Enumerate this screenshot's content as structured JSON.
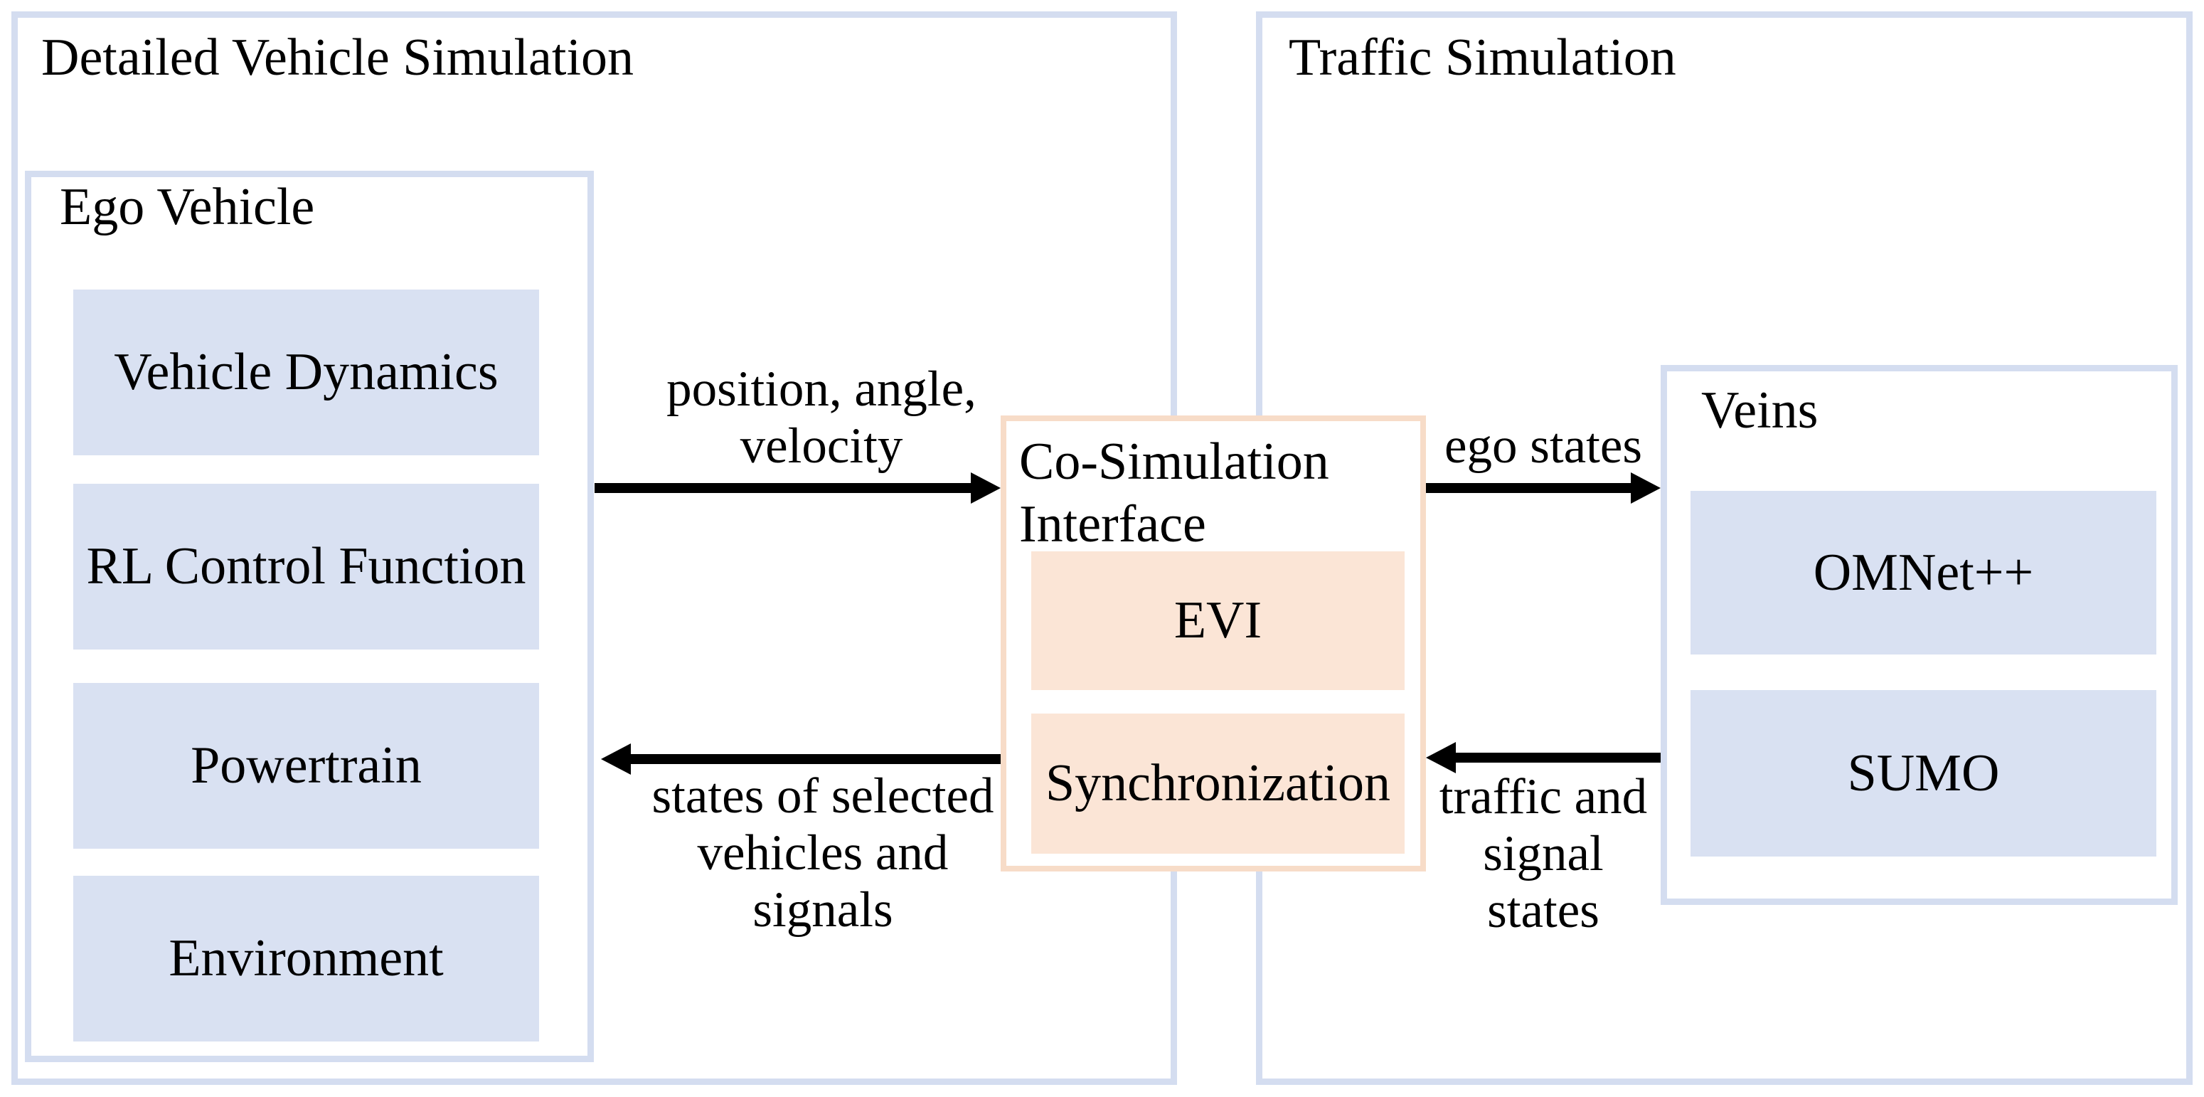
{
  "figure": {
    "type": "block-diagram",
    "description": "Co-simulation architecture connecting a detailed vehicle simulation and a traffic simulation through a co-simulation interface"
  },
  "colors": {
    "background": "#ffffff",
    "blue_border": "#d4ddf0",
    "blue_fill": "#d9e1f2",
    "peach_border": "#f7dcc8",
    "peach_fill": "#fbe5d6",
    "arrow": "#000000",
    "text": "#000000"
  },
  "panels": {
    "detailed": {
      "title": "Detailed Vehicle Simulation"
    },
    "traffic": {
      "title": "Traffic Simulation"
    }
  },
  "ego": {
    "title": "Ego Vehicle",
    "modules": [
      "Vehicle Dynamics",
      "RL Control Function",
      "Powertrain",
      "Environment"
    ]
  },
  "cosim": {
    "title_lines": [
      "Co-Simulation",
      "Interface"
    ],
    "modules": [
      "EVI",
      "Synchronization"
    ]
  },
  "veins": {
    "title": "Veins",
    "modules": [
      "OMNet++",
      "SUMO"
    ]
  },
  "arrows": [
    {
      "id": "ego-to-cosim",
      "direction": "right",
      "label_lines": [
        "position, angle,",
        "velocity"
      ]
    },
    {
      "id": "cosim-to-veins",
      "direction": "right",
      "label_lines": [
        "ego states"
      ]
    },
    {
      "id": "cosim-to-ego",
      "direction": "left",
      "label_lines": [
        "states of selected",
        "vehicles and",
        "signals"
      ]
    },
    {
      "id": "veins-to-cosim",
      "direction": "left",
      "label_lines": [
        "traffic and",
        "signal",
        "states"
      ]
    }
  ]
}
